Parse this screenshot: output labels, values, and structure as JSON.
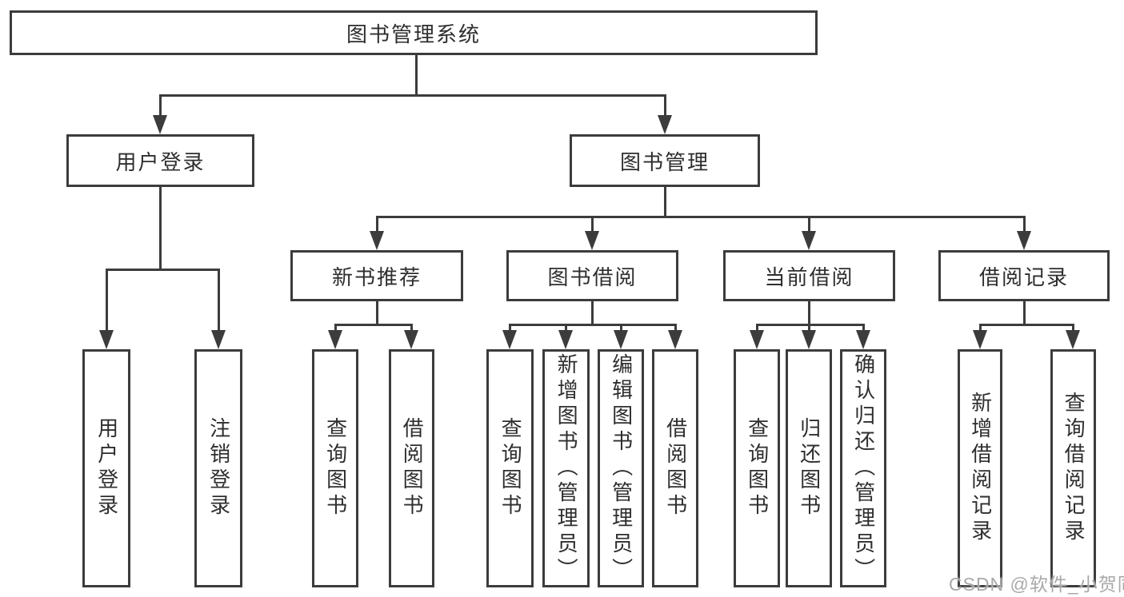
{
  "tree": {
    "root": "图书管理系统",
    "branches": [
      {
        "label": "用户登录",
        "children": [
          "用户登录",
          "注销登录"
        ]
      },
      {
        "label": "图书管理",
        "groups": [
          {
            "label": "新书推荐",
            "children": [
              "查询图书",
              "借阅图书"
            ]
          },
          {
            "label": "图书借阅",
            "children": [
              "查询图书",
              "新增图书（管理员）",
              "编辑图书（管理员）",
              "借阅图书"
            ]
          },
          {
            "label": "当前借阅",
            "children": [
              "查询图书",
              "归还图书",
              "确认归还（管理员）"
            ]
          },
          {
            "label": "借阅记录",
            "children": [
              "新增借阅记录",
              "查询借阅记录"
            ]
          }
        ]
      }
    ]
  },
  "watermark": {
    "text": "CSDN @软件_小贺同学"
  },
  "colors": {
    "line": "#3c3c3c",
    "text": "#2e2e2e",
    "background": "#ffffff",
    "watermark": "#a9a9a9"
  }
}
